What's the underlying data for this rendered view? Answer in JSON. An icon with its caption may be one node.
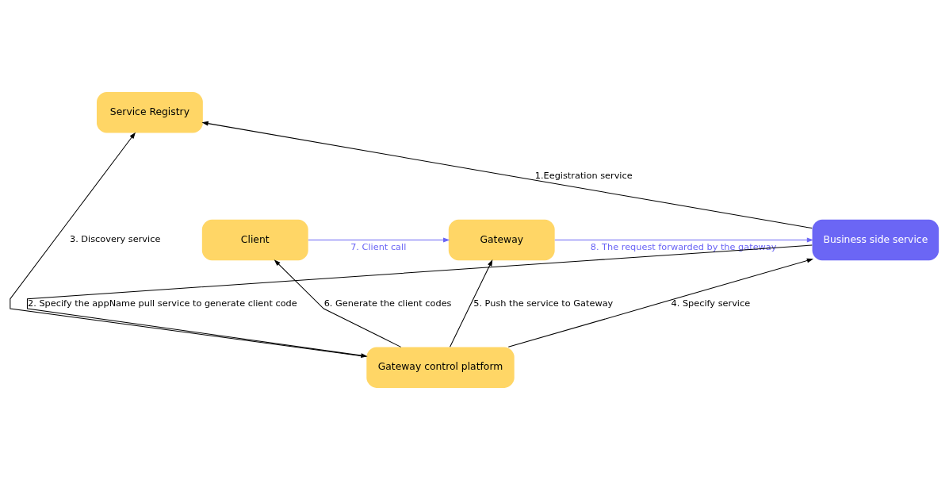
{
  "diagram": {
    "nodes": [
      {
        "text": [
          "Service Registry"
        ]
      },
      {
        "text": [
          "Client"
        ]
      },
      {
        "text": [
          "Gateway"
        ]
      },
      {
        "text": [
          "Business side service"
        ]
      },
      {
        "text": [
          "Gateway control platform"
        ]
      }
    ],
    "edges": [
      {
        "from": 3,
        "to": 0,
        "arrow": "to",
        "label": "1.Eegistration service"
      },
      {
        "from": 3,
        "to": 4,
        "arrow": "to",
        "label": "2. Specify the appName pull service to generate client code"
      },
      {
        "from": 4,
        "to": 0,
        "arrow": "to",
        "label": "3. Discovery service"
      },
      {
        "from": 4,
        "to": 3,
        "arrow": "to",
        "label": "4. Specify service"
      },
      {
        "from": 4,
        "to": 2,
        "arrow": "to",
        "label": "5. Push the service to Gateway"
      },
      {
        "from": 4,
        "to": 1,
        "arrow": "to",
        "label": "6. Generate the client codes"
      },
      {
        "from": 1,
        "to": 2,
        "arrow": "to",
        "label": "7. Client call",
        "color": "#6b66f5"
      },
      {
        "from": 2,
        "to": 3,
        "arrow": "to",
        "label": "8. The request forwarded by the gateway",
        "color": "#6b66f5"
      }
    ]
  }
}
